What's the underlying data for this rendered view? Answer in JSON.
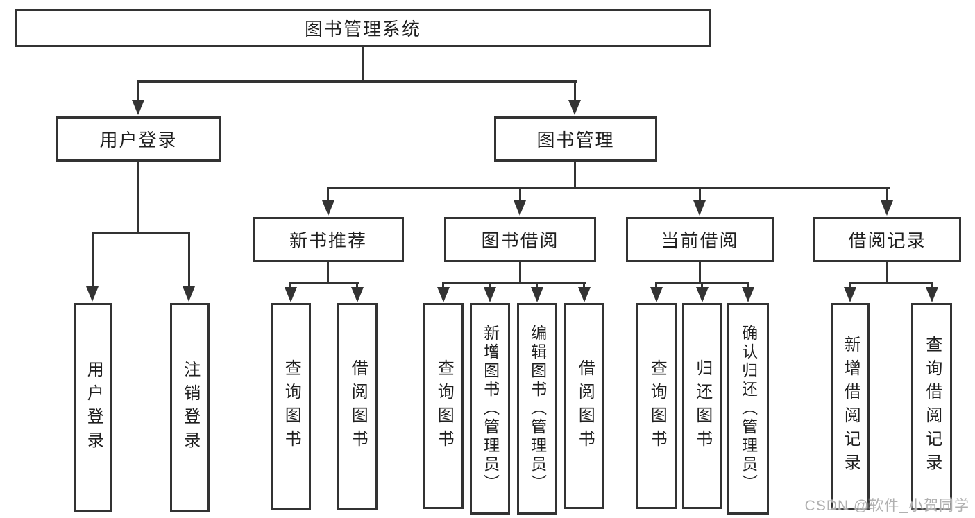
{
  "nodes": {
    "root": "图书管理系统",
    "user_login": "用户登录",
    "book_mgmt": "图书管理",
    "new_books": "新书推荐",
    "book_borrow": "图书借阅",
    "current_borrow": "当前借阅",
    "borrow_records": "借阅记录",
    "user_login_children": [
      "用户登录",
      "注销登录"
    ],
    "new_books_children": [
      "查询图书",
      "借阅图书"
    ],
    "book_borrow_children": [
      "查询图书",
      "新增图书（管理员）",
      "编辑图书（管理员）",
      "借阅图书"
    ],
    "current_borrow_children": [
      "查询图书",
      "归还图书",
      "确认归还（管理员）"
    ],
    "borrow_records_children": [
      "新增借阅记录",
      "查询借阅记录"
    ]
  },
  "watermark": "CSDN @软件_小贺同学",
  "colors": {
    "line": "#333333",
    "box_border": "#333333",
    "text": "#1f1f1f",
    "watermark": "#b0b0b0",
    "background": "#ffffff"
  }
}
